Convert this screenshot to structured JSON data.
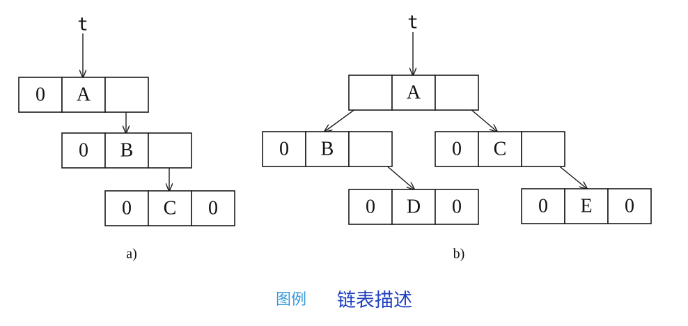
{
  "diagrams": [
    {
      "label": "a)",
      "pointer": "t",
      "nodes": [
        {
          "cells": [
            "0",
            "A",
            ""
          ]
        },
        {
          "cells": [
            "0",
            "B",
            ""
          ]
        },
        {
          "cells": [
            "0",
            "C",
            "0"
          ]
        }
      ]
    },
    {
      "label": "b)",
      "pointer": "t",
      "nodes": [
        {
          "cells": [
            "",
            "A",
            ""
          ]
        },
        {
          "cells": [
            "0",
            "B",
            ""
          ]
        },
        {
          "cells": [
            "0",
            "C",
            ""
          ]
        },
        {
          "cells": [
            "0",
            "D",
            "0"
          ]
        },
        {
          "cells": [
            "0",
            "E",
            "0"
          ]
        }
      ]
    }
  ],
  "caption": {
    "prefix": "图例",
    "title": "链表描述"
  },
  "colors": {
    "caption_prefix": "#3a9ad9",
    "caption_title": "#1f3fbf"
  }
}
